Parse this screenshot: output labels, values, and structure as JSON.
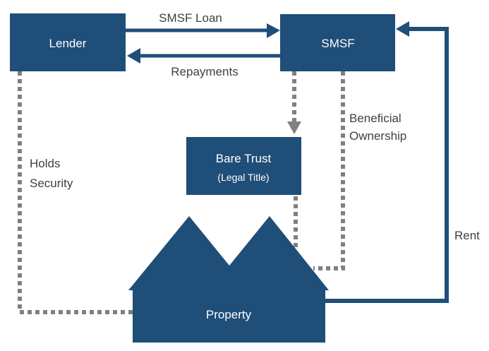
{
  "colors": {
    "node_fill": "#1f4e79",
    "solid_edge": "#1f4e79",
    "dotted_edge": "#808080",
    "label_text": "#404040",
    "node_text": "#ffffff"
  },
  "nodes": {
    "lender": {
      "label": "Lender"
    },
    "smsf": {
      "label": "SMSF"
    },
    "bare_trust": {
      "label_line1": "Bare Trust",
      "label_line2": "(Legal Title)"
    },
    "property": {
      "label": "Property"
    }
  },
  "edges": {
    "smsf_loan": {
      "label": "SMSF Loan",
      "from": "Lender",
      "to": "SMSF",
      "style": "solid"
    },
    "repayments": {
      "label": "Repayments",
      "from": "SMSF",
      "to": "Lender",
      "style": "solid"
    },
    "rent": {
      "label": "Rent",
      "from": "Property",
      "to": "SMSF",
      "style": "solid"
    },
    "holds_security": {
      "label_line1": "Holds",
      "label_line2": "Security",
      "from": "Lender",
      "to": "Property",
      "style": "dotted"
    },
    "beneficial_ownership": {
      "label_line1": "Beneficial",
      "label_line2": "Ownership",
      "from": "SMSF",
      "to": "Property",
      "style": "dotted"
    },
    "smsf_to_bare_trust": {
      "from": "SMSF",
      "to": "Bare Trust",
      "style": "dotted"
    },
    "bare_trust_to_property": {
      "from": "Bare Trust",
      "to": "Property",
      "style": "dotted"
    }
  }
}
